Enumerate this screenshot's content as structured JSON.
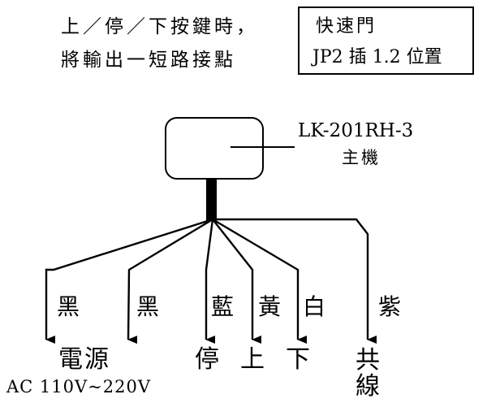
{
  "note": {
    "line1": "上／停／下按鍵時，",
    "line2": "將輸出一短路接點"
  },
  "info_box": {
    "line1": "快速門",
    "line2": "JP2 插 1.2 位置"
  },
  "device": {
    "model": "LK-201RH-3",
    "name": "主機"
  },
  "wires": [
    {
      "color": "黑",
      "terminal": "電源",
      "detail": "AC 110V~220V"
    },
    {
      "color": "黑",
      "terminal": "",
      "detail": ""
    },
    {
      "color": "藍",
      "terminal": "停",
      "detail": ""
    },
    {
      "color": "黃",
      "terminal": "上",
      "detail": ""
    },
    {
      "color": "白",
      "terminal": "下",
      "detail": ""
    },
    {
      "color": "紫",
      "terminal": "共線",
      "detail": ""
    }
  ],
  "colors": {
    "ink": "#000000",
    "background": "#ffffff"
  }
}
